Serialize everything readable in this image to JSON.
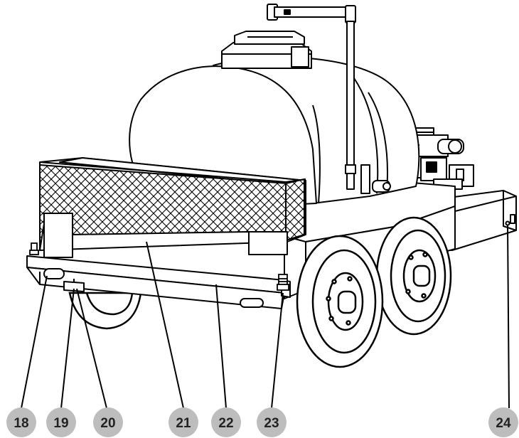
{
  "colors": {
    "background": "#ffffff",
    "line_art": "#000000",
    "callout_fill": "#bdbdbd",
    "callout_text": "#222222"
  },
  "callouts": [
    {
      "id": "c18",
      "label": "18"
    },
    {
      "id": "c19",
      "label": "19"
    },
    {
      "id": "c20",
      "label": "20"
    },
    {
      "id": "c21",
      "label": "21"
    },
    {
      "id": "c22",
      "label": "22"
    },
    {
      "id": "c23",
      "label": "23"
    },
    {
      "id": "c24",
      "label": "24"
    }
  ]
}
